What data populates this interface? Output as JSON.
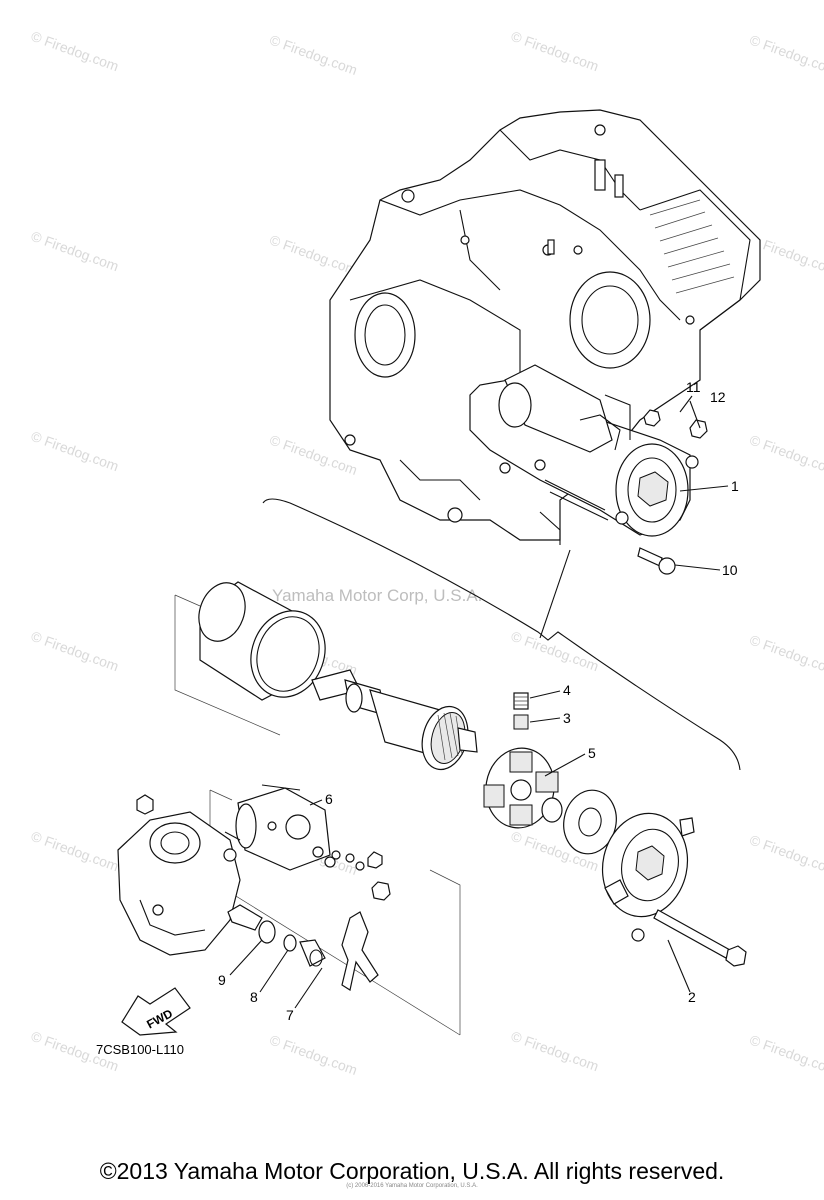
{
  "watermark": {
    "site": "Firedog.com"
  },
  "center_watermark": "Yamaha Motor Corp, U.S.A.",
  "callouts": [
    "1",
    "2",
    "3",
    "4",
    "5",
    "6",
    "7",
    "8",
    "9",
    "10",
    "11",
    "12"
  ],
  "drawing_code": "7CSB100-L110",
  "fwd_label": "FWD",
  "copyright": "©2013 Yamaha Motor Corporation, U.S.A. All rights reserved.",
  "tiny_note": "(c) 2006-2016 Yamaha Motor Corporation, U.S.A."
}
